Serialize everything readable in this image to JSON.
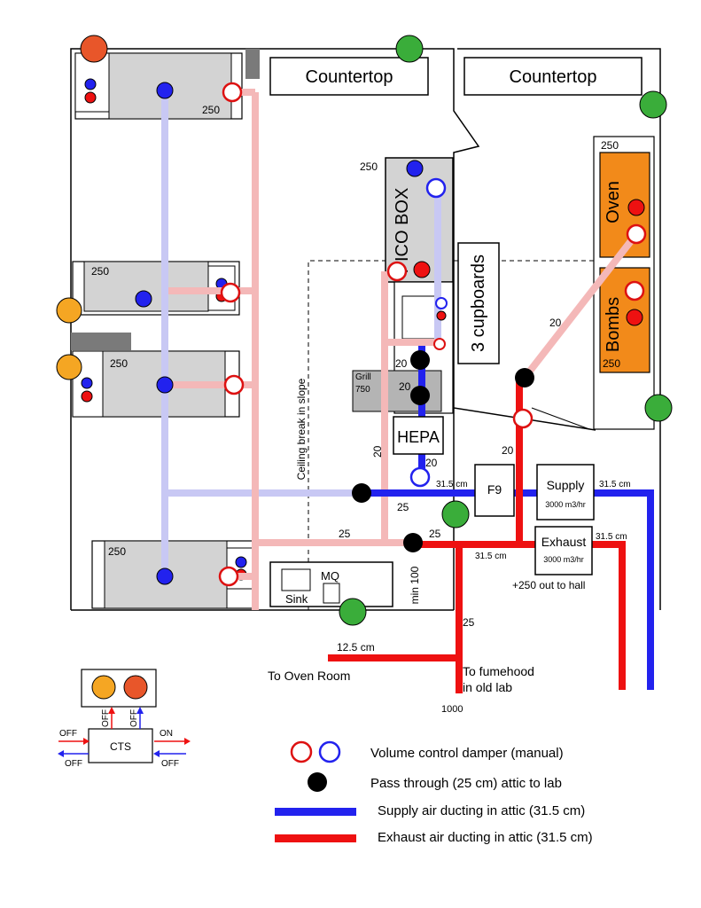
{
  "labels": {
    "countertop_left": "Countertop",
    "countertop_right": "Countertop",
    "pico_box": "PICO BOX",
    "cupboards": "3 cupboards",
    "oven": "Oven",
    "bombs": "Bombs",
    "grill": "Grill",
    "grill_value": "750",
    "hepa": "HEPA",
    "f9": "F9",
    "supply": "Supply",
    "supply_rate": "3000 m3/hr",
    "exhaust": "Exhaust",
    "exhaust_rate": "3000 m3/hr",
    "out_to_hall": "+250 out to hall",
    "ceiling_break": "Ceiling break in slope",
    "sink": "Sink",
    "mq": "MQ",
    "min_100": "min 100",
    "to_oven_room": "To Oven Room",
    "to_fumehood_1": "To fumehood",
    "to_fumehood_2": "in old lab",
    "cts": "CTS"
  },
  "dimensions": {
    "v250": "250",
    "v20": "20",
    "v25": "25",
    "v315": "31.5 cm",
    "v125": "12.5 cm",
    "v1000": "1000"
  },
  "cts_switch": {
    "off": "OFF",
    "on": "ON"
  },
  "legend": {
    "damper": "Volume control damper (manual)",
    "pass_through": "Pass through (25 cm) attic to lab",
    "supply_duct": "Supply air ducting in attic (31.5 cm)",
    "exhaust_duct": "Exhaust air ducting in attic (31.5  cm)"
  },
  "colors": {
    "supply_blue": "#2222ee",
    "exhaust_red": "#ee1111",
    "supply_light": "#c8c8f4",
    "exhaust_light": "#f4b8b8",
    "equipment_gray": "#d3d3d3",
    "oven_orange": "#f28a1a",
    "switch_orange": "#f5a623",
    "switch_red_orange": "#e8562a",
    "plug_green": "#3aad3a"
  }
}
